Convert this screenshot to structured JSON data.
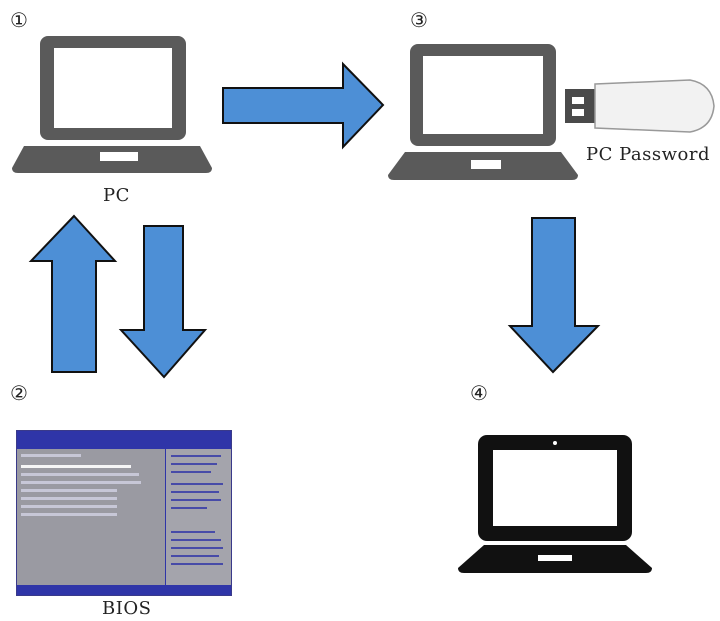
{
  "steps": {
    "s1": "①",
    "s2": "②",
    "s3": "③",
    "s4": "④"
  },
  "labels": {
    "pc": "PC",
    "bios": "BIOS",
    "pc_password": "PC Password"
  },
  "colors": {
    "arrow_fill": "#4d8fd6",
    "arrow_stroke": "#111111",
    "laptop_gray": "#5a5a5a",
    "laptop_black": "#111111",
    "bios_blue": "#2f35a8",
    "bios_gray": "#9a9aa2"
  },
  "icons": {
    "laptop_1": "laptop-icon",
    "laptop_3": "laptop-icon",
    "usb": "usb-drive-icon",
    "laptop_4": "laptop-icon",
    "bios": "bios-screen-image"
  }
}
